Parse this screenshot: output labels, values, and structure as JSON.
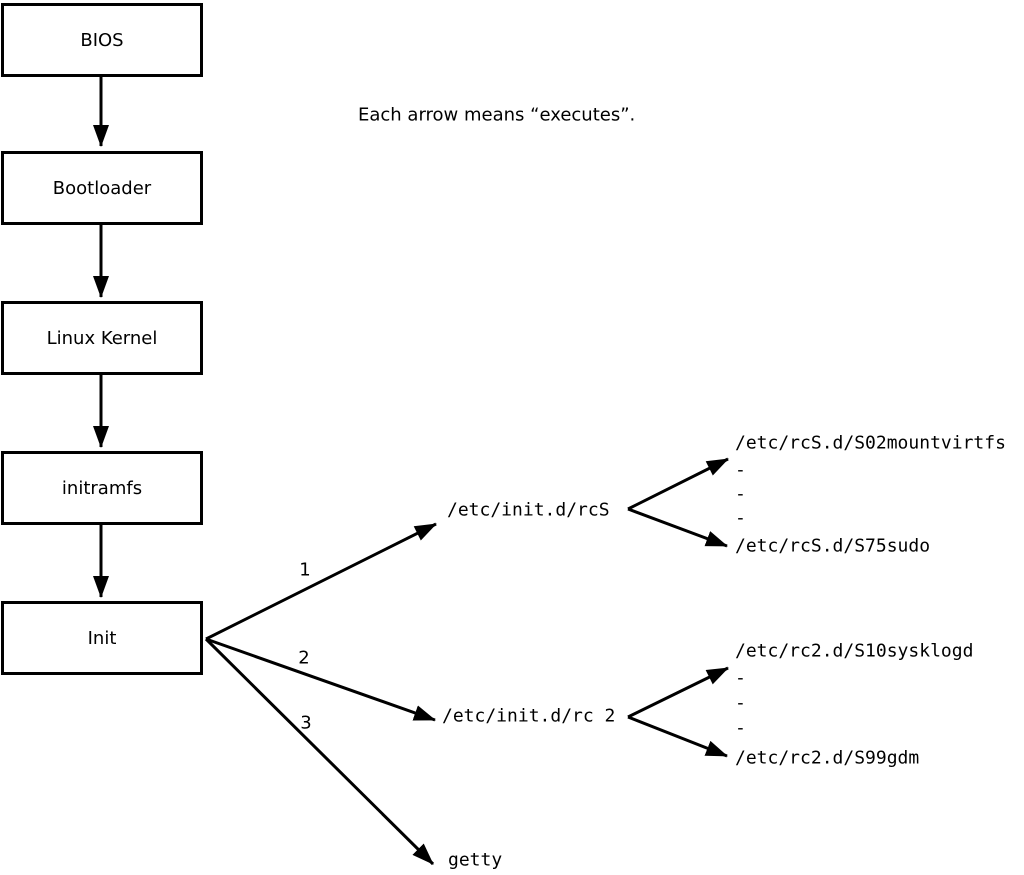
{
  "diagram": {
    "caption": "Each arrow means “executes”.",
    "chain": [
      {
        "label": "BIOS"
      },
      {
        "label": "Bootloader"
      },
      {
        "label": "Linux Kernel"
      },
      {
        "label": "initramfs"
      },
      {
        "label": "Init"
      }
    ],
    "fanout": [
      {
        "order": "1",
        "target": "/etc/init.d/rcS"
      },
      {
        "order": "2",
        "target": "/etc/init.d/rc 2"
      },
      {
        "order": "3",
        "target": "getty"
      }
    ],
    "rcS_children": {
      "first": "/etc/rcS.d/S02mountvirtfs",
      "dots": [
        "-",
        "-",
        "-"
      ],
      "last": "/etc/rcS.d/S75sudo"
    },
    "rc2_children": {
      "first": "/etc/rc2.d/S10sysklogd",
      "dots": [
        "-",
        "-",
        "-"
      ],
      "last": "/etc/rc2.d/S99gdm"
    },
    "colors": {
      "line": "#000000",
      "background": "#ffffff",
      "box_fill": "#ffffff"
    }
  }
}
